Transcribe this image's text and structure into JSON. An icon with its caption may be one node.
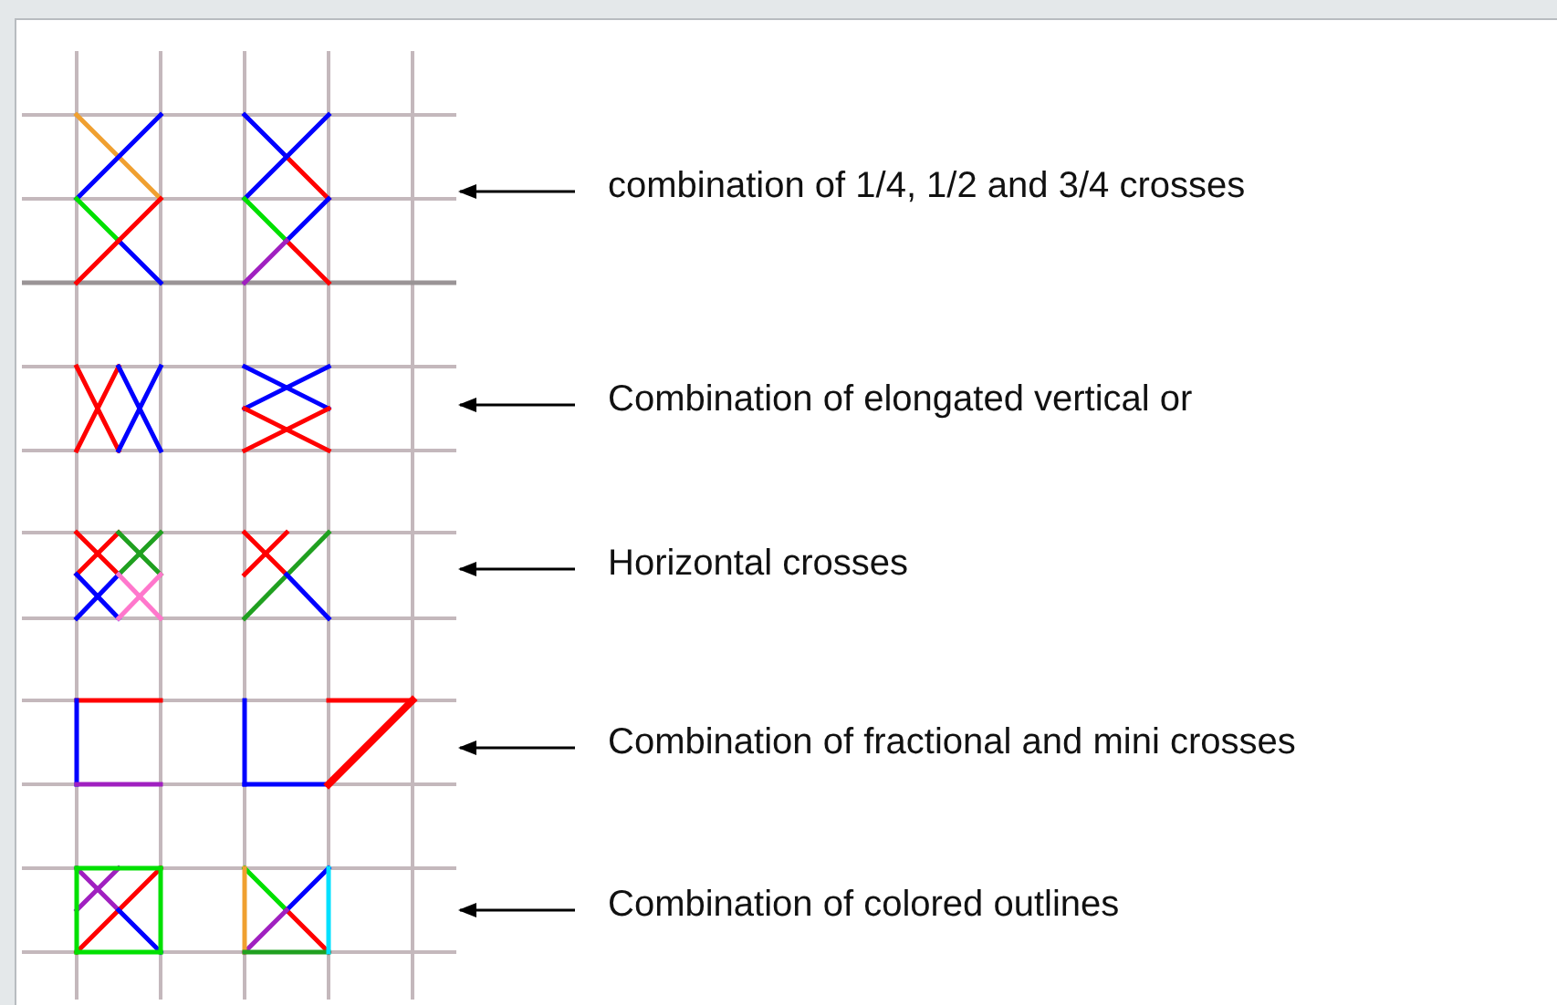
{
  "diagram": {
    "nodes": [
      {
        "text": [],
        "shape": "picture"
      },
      {
        "text": [
          "combination of 1/4, 1/2 and 3/4 crosses"
        ]
      },
      {
        "text": [],
        "shape": "picture"
      },
      {
        "text": [
          "Combination of elongated vertical or"
        ]
      },
      {
        "text": [],
        "shape": "picture"
      },
      {
        "text": [
          "Horizontal crosses"
        ]
      },
      {
        "text": [],
        "shape": "picture"
      },
      {
        "text": [
          "Combination of fractional and mini crosses"
        ]
      },
      {
        "text": [],
        "shape": "picture"
      },
      {
        "text": [
          "Combination of colored outlines"
        ]
      }
    ],
    "edges": [
      {
        "from": 1,
        "to": 0,
        "arrow": "to"
      },
      {
        "from": 3,
        "to": 2,
        "arrow": "to"
      },
      {
        "from": 5,
        "to": 4,
        "arrow": "to"
      },
      {
        "from": 7,
        "to": 6,
        "arrow": "to"
      },
      {
        "from": 9,
        "to": 8,
        "arrow": "to"
      }
    ]
  }
}
